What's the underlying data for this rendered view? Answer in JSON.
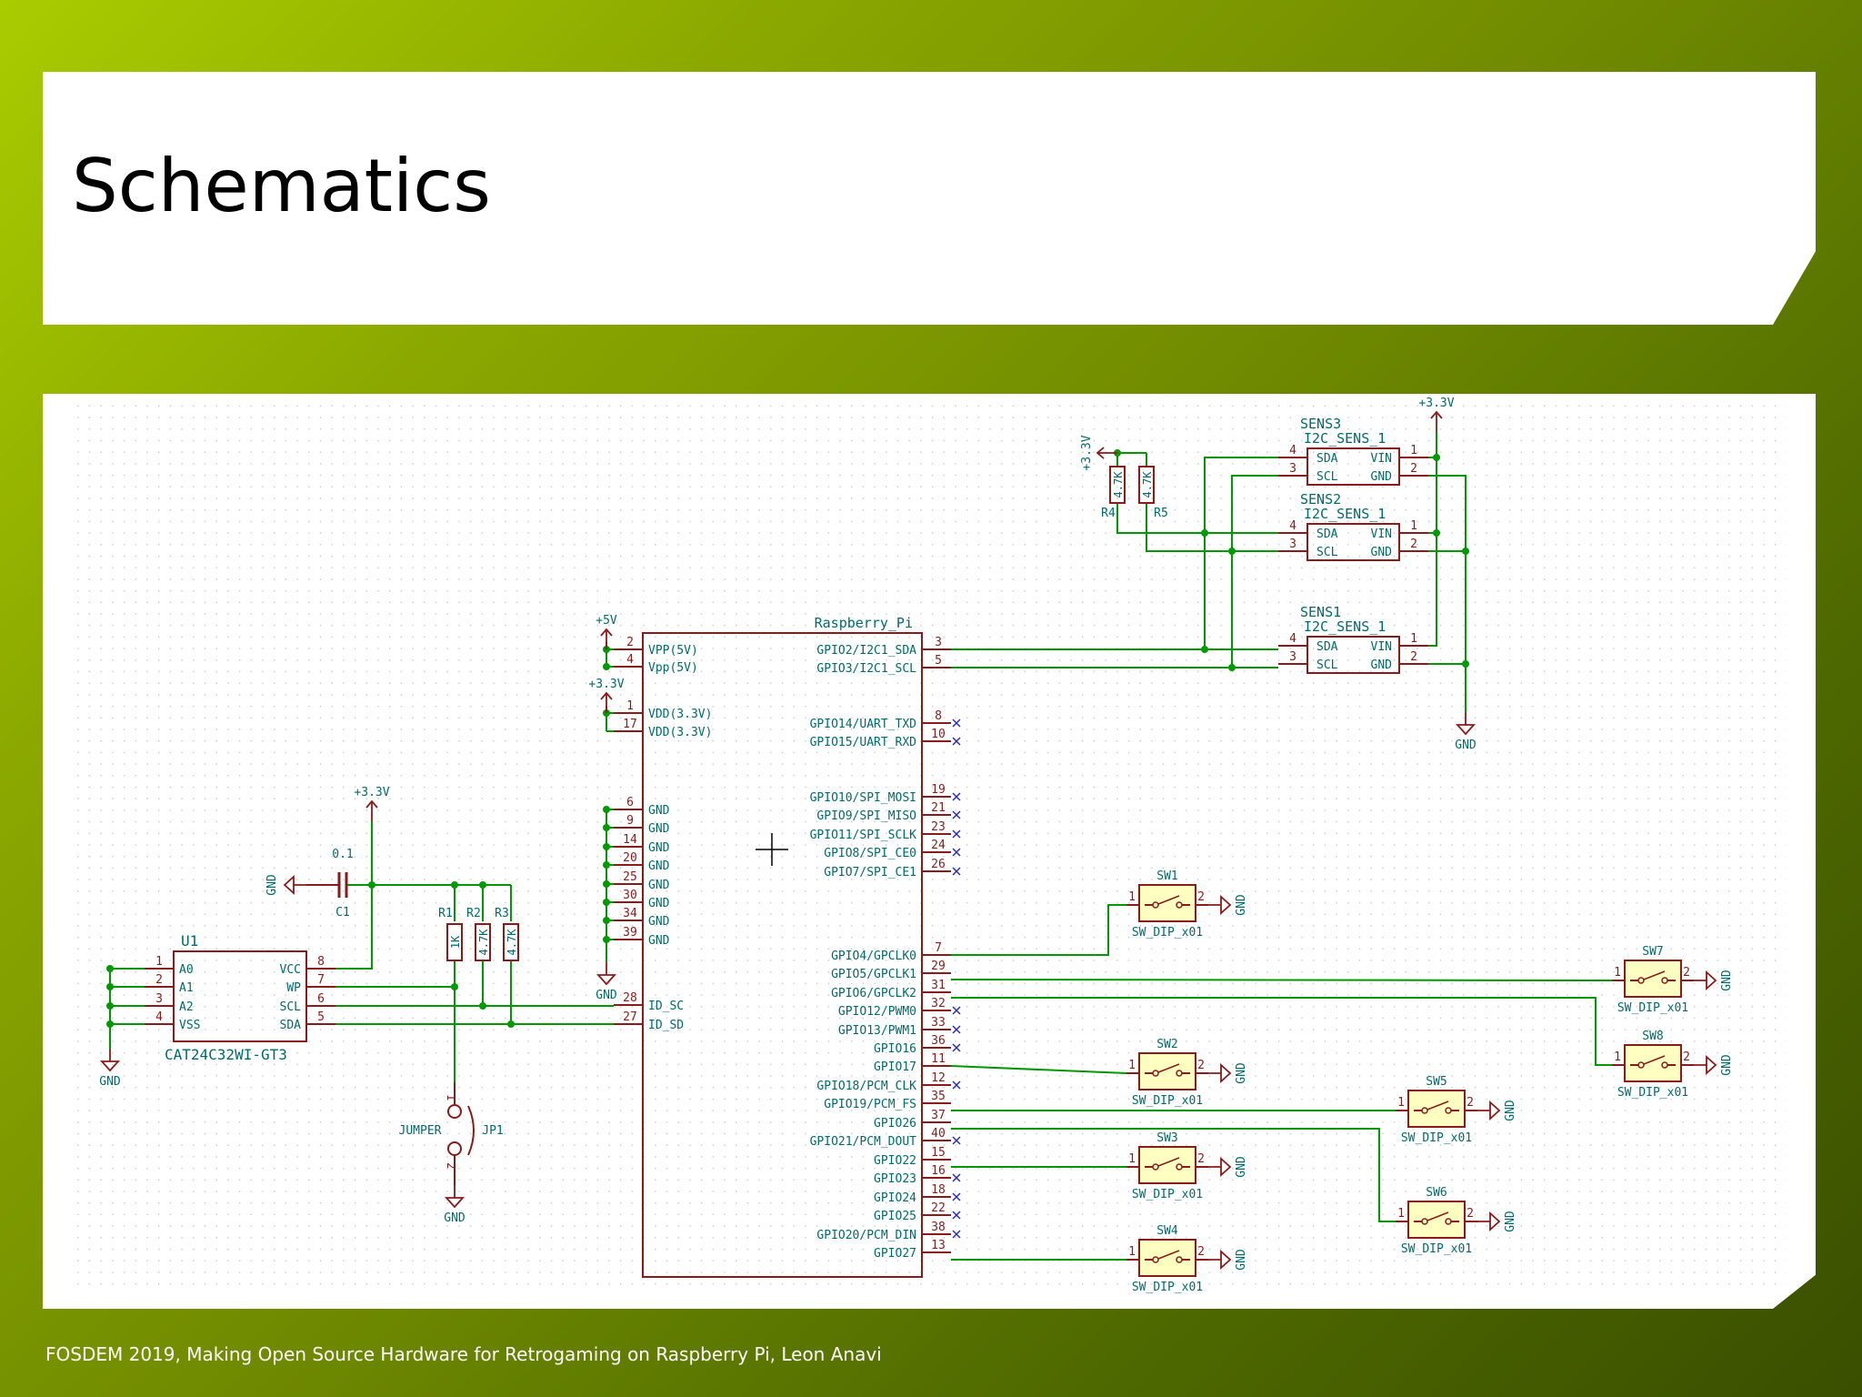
{
  "slide": {
    "title": "Schematics",
    "footer": "FOSDEM 2019, Making Open Source Hardware for Retrogaming on Raspberry Pi, Leon Anavi"
  },
  "schematic": {
    "rpi": {
      "name": "Raspberry_Pi",
      "left_pins": [
        {
          "num": "2",
          "name": "VPP(5V)"
        },
        {
          "num": "4",
          "name": "Vpp(5V)"
        },
        {
          "num": "1",
          "name": "VDD(3.3V)"
        },
        {
          "num": "17",
          "name": "VDD(3.3V)"
        },
        {
          "num": "6",
          "name": "GND"
        },
        {
          "num": "9",
          "name": "GND"
        },
        {
          "num": "14",
          "name": "GND"
        },
        {
          "num": "20",
          "name": "GND"
        },
        {
          "num": "25",
          "name": "GND"
        },
        {
          "num": "30",
          "name": "GND"
        },
        {
          "num": "34",
          "name": "GND"
        },
        {
          "num": "39",
          "name": "GND"
        },
        {
          "num": "28",
          "name": "ID_SC"
        },
        {
          "num": "27",
          "name": "ID_SD"
        }
      ],
      "right_pins": [
        {
          "num": "3",
          "name": "GPIO2/I2C1_SDA"
        },
        {
          "num": "5",
          "name": "GPIO3/I2C1_SCL"
        },
        {
          "num": "8",
          "name": "GPIO14/UART_TXD"
        },
        {
          "num": "10",
          "name": "GPIO15/UART_RXD"
        },
        {
          "num": "19",
          "name": "GPIO10/SPI_MOSI"
        },
        {
          "num": "21",
          "name": "GPIO9/SPI_MISO"
        },
        {
          "num": "23",
          "name": "GPIO11/SPI_SCLK"
        },
        {
          "num": "24",
          "name": "GPIO8/SPI_CE0"
        },
        {
          "num": "26",
          "name": "GPIO7/SPI_CE1"
        },
        {
          "num": "7",
          "name": "GPIO4/GPCLK0"
        },
        {
          "num": "29",
          "name": "GPIO5/GPCLK1"
        },
        {
          "num": "31",
          "name": "GPIO6/GPCLK2"
        },
        {
          "num": "32",
          "name": "GPIO12/PWM0"
        },
        {
          "num": "33",
          "name": "GPIO13/PWM1"
        },
        {
          "num": "36",
          "name": "GPIO16"
        },
        {
          "num": "11",
          "name": "GPIO17"
        },
        {
          "num": "12",
          "name": "GPIO18/PCM_CLK"
        },
        {
          "num": "35",
          "name": "GPIO19/PCM_FS"
        },
        {
          "num": "37",
          "name": "GPIO26"
        },
        {
          "num": "40",
          "name": "GPIO21/PCM_DOUT"
        },
        {
          "num": "15",
          "name": "GPIO22"
        },
        {
          "num": "16",
          "name": "GPIO23"
        },
        {
          "num": "18",
          "name": "GPIO24"
        },
        {
          "num": "22",
          "name": "GPIO25"
        },
        {
          "num": "38",
          "name": "GPIO20/PCM_DIN"
        },
        {
          "num": "13",
          "name": "GPIO27"
        }
      ]
    },
    "eeprom": {
      "ref": "U1",
      "part": "CAT24C32WI-GT3",
      "left_pins": [
        {
          "num": "1",
          "name": "A0"
        },
        {
          "num": "2",
          "name": "A1"
        },
        {
          "num": "3",
          "name": "A2"
        },
        {
          "num": "4",
          "name": "VSS"
        }
      ],
      "right_pins": [
        {
          "num": "8",
          "name": "VCC"
        },
        {
          "num": "7",
          "name": "WP"
        },
        {
          "num": "6",
          "name": "SCL"
        },
        {
          "num": "5",
          "name": "SDA"
        }
      ]
    },
    "capacitor": {
      "ref": "C1",
      "value": "0.1"
    },
    "resistors": [
      {
        "ref": "R1",
        "value": "1K"
      },
      {
        "ref": "R2",
        "value": "4.7K"
      },
      {
        "ref": "R3",
        "value": "4.7K"
      },
      {
        "ref": "R4",
        "value": "4.7K"
      },
      {
        "ref": "R5",
        "value": "4.7K"
      }
    ],
    "jumper": {
      "ref": "JP1",
      "value": "JUMPER",
      "pin1": "1",
      "pin2": "2"
    },
    "sensors": [
      {
        "ref": "SENS3",
        "part": "I2C_SENS_1"
      },
      {
        "ref": "SENS2",
        "part": "I2C_SENS_1"
      },
      {
        "ref": "SENS1",
        "part": "I2C_SENS_1"
      }
    ],
    "sensor_pins": {
      "sda": "SDA",
      "scl": "SCL",
      "vin": "VIN",
      "gnd": "GND",
      "p4": "4",
      "p3": "3",
      "p1": "1",
      "p2": "2"
    },
    "switches": [
      {
        "ref": "SW1",
        "part": "SW_DIP_x01"
      },
      {
        "ref": "SW2",
        "part": "SW_DIP_x01"
      },
      {
        "ref": "SW3",
        "part": "SW_DIP_x01"
      },
      {
        "ref": "SW4",
        "part": "SW_DIP_x01"
      },
      {
        "ref": "SW5",
        "part": "SW_DIP_x01"
      },
      {
        "ref": "SW6",
        "part": "SW_DIP_x01"
      },
      {
        "ref": "SW7",
        "part": "SW_DIP_x01"
      },
      {
        "ref": "SW8",
        "part": "SW_DIP_x01"
      }
    ],
    "switch_pins": {
      "p1": "1",
      "p2": "2"
    },
    "power": {
      "v5": "+5V",
      "v33": "+3.3V",
      "gnd": "GND"
    },
    "colors": {
      "wire": "#009900",
      "component": "#8b1a1a",
      "text": "#006b6b",
      "fill": "#ffffc2",
      "nc": "#2b2bbb",
      "grid": "#c8c8c8"
    }
  }
}
